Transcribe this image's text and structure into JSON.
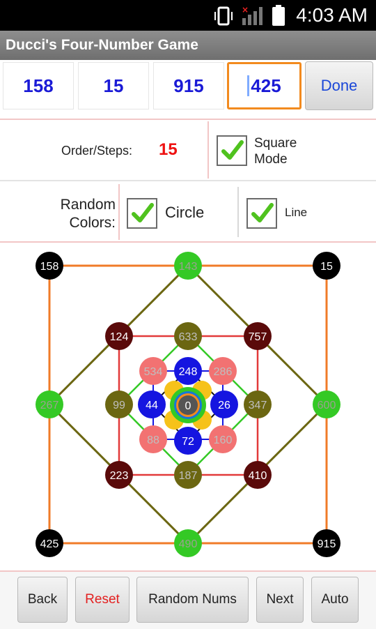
{
  "status": {
    "time": "4:03 AM"
  },
  "app": {
    "title": "Ducci's Four-Number Game"
  },
  "inputs": [
    "158",
    "15",
    "915",
    "425"
  ],
  "done_label": "Done",
  "order": {
    "label": "Order/Steps:",
    "value": "15"
  },
  "square_mode": {
    "label_line1": "Square",
    "label_line2": "Mode",
    "checked": true
  },
  "random_colors": {
    "label_line1": "Random",
    "label_line2": "Colors:"
  },
  "circle": {
    "label": "Circle",
    "checked": true
  },
  "line": {
    "label": "Line",
    "checked": true
  },
  "board": {
    "nodes": [
      {
        "label": "158",
        "color": "#000000"
      },
      {
        "label": "143",
        "color": "#34c925"
      },
      {
        "label": "15",
        "color": "#000000"
      },
      {
        "label": "267",
        "color": "#34c925"
      },
      {
        "label": "600",
        "color": "#34c925"
      },
      {
        "label": "425",
        "color": "#000000"
      },
      {
        "label": "490",
        "color": "#34c925"
      },
      {
        "label": "915",
        "color": "#000000"
      },
      {
        "label": "124",
        "color": "#5a0a0a"
      },
      {
        "label": "633",
        "color": "#6b6611"
      },
      {
        "label": "757",
        "color": "#5a0a0a"
      },
      {
        "label": "99",
        "color": "#6b6611"
      },
      {
        "label": "347",
        "color": "#6b6611"
      },
      {
        "label": "223",
        "color": "#5a0a0a"
      },
      {
        "label": "187",
        "color": "#6b6611"
      },
      {
        "label": "410",
        "color": "#5a0a0a"
      },
      {
        "label": "534",
        "color": "#f27272"
      },
      {
        "label": "248",
        "color": "#1515e0"
      },
      {
        "label": "286",
        "color": "#f27272"
      },
      {
        "label": "44",
        "color": "#1515e0"
      },
      {
        "label": "26",
        "color": "#1515e0"
      },
      {
        "label": "88",
        "color": "#f27272"
      },
      {
        "label": "72",
        "color": "#1515e0"
      },
      {
        "label": "160",
        "color": "#f27272"
      },
      {
        "label": "0",
        "color": "#555555"
      }
    ]
  },
  "buttons": {
    "back": "Back",
    "reset": "Reset",
    "random": "Random Nums",
    "next": "Next",
    "auto": "Auto"
  },
  "colors": {
    "accent_orange": "#f28a1e",
    "number_blue": "#1a1ad6",
    "steps_red": "#e11",
    "reset_red": "#e32020"
  }
}
